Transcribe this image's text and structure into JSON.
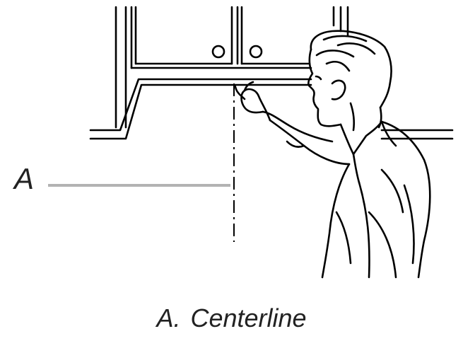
{
  "callout": {
    "letter": "A",
    "line_color": "#b3b3b3"
  },
  "caption": {
    "letter": "A.",
    "text": "Centerline"
  },
  "colors": {
    "ink": "#000000",
    "text": "#222222",
    "background": "#ffffff"
  }
}
